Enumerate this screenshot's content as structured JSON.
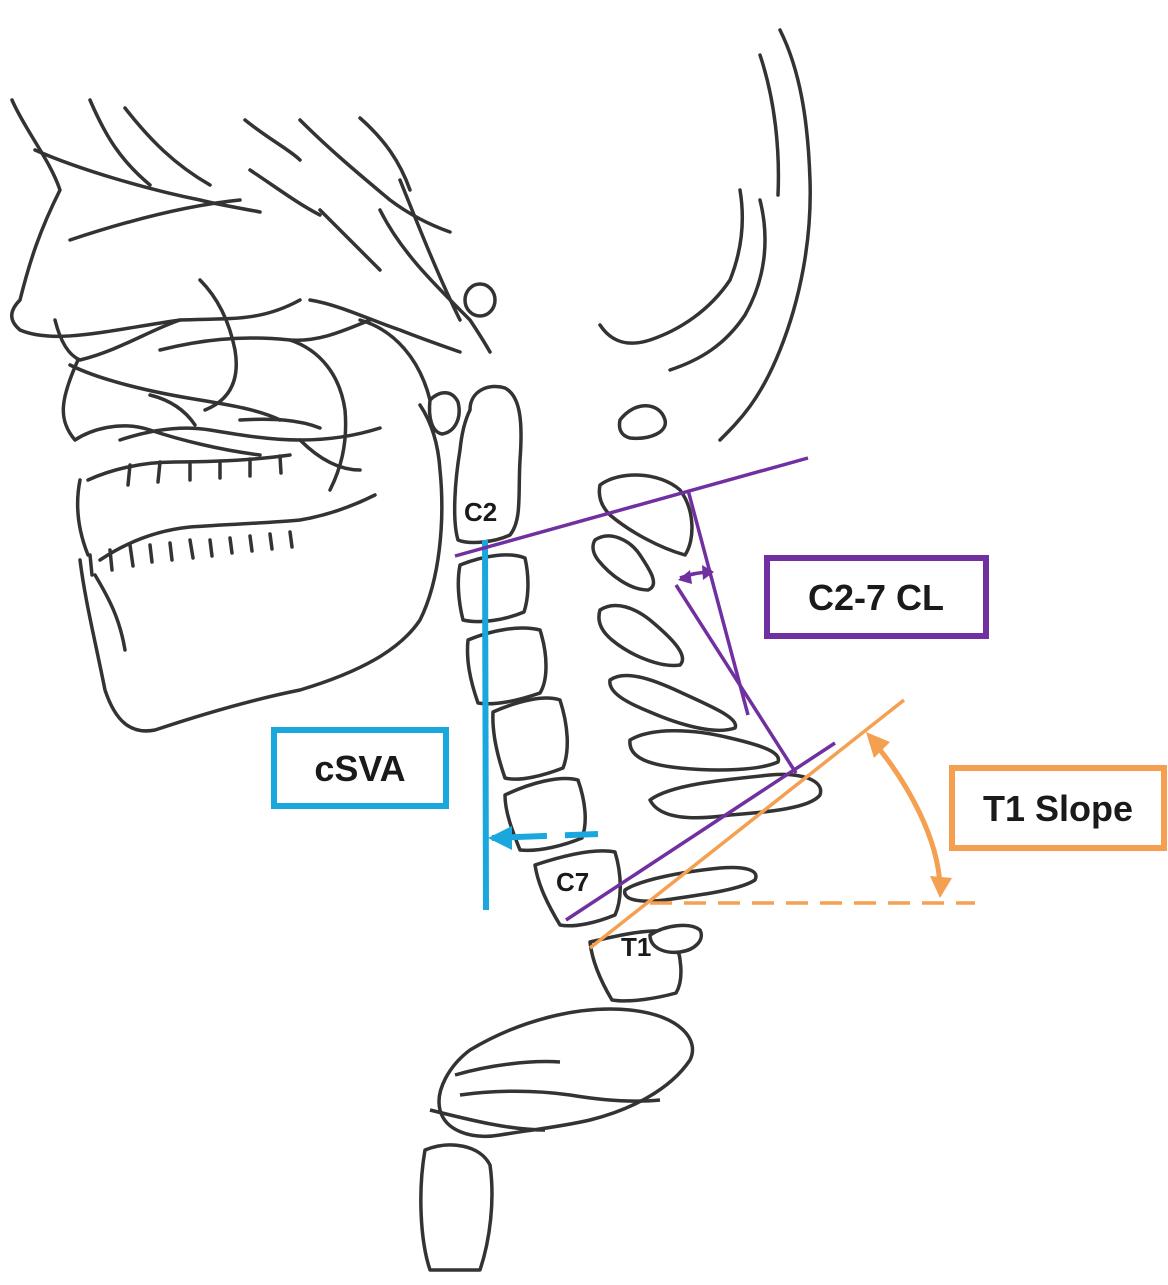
{
  "labels": {
    "c2": "C2",
    "c7": "C7",
    "t1": "T1"
  },
  "boxes": {
    "csva": "cSVA",
    "c27cl": "C2-7 CL",
    "t1slope": "T1 Slope"
  },
  "colors": {
    "csva": "#1aa7de",
    "c27cl": "#7030a0",
    "t1slope": "#f4a050",
    "outline": "#333333"
  }
}
